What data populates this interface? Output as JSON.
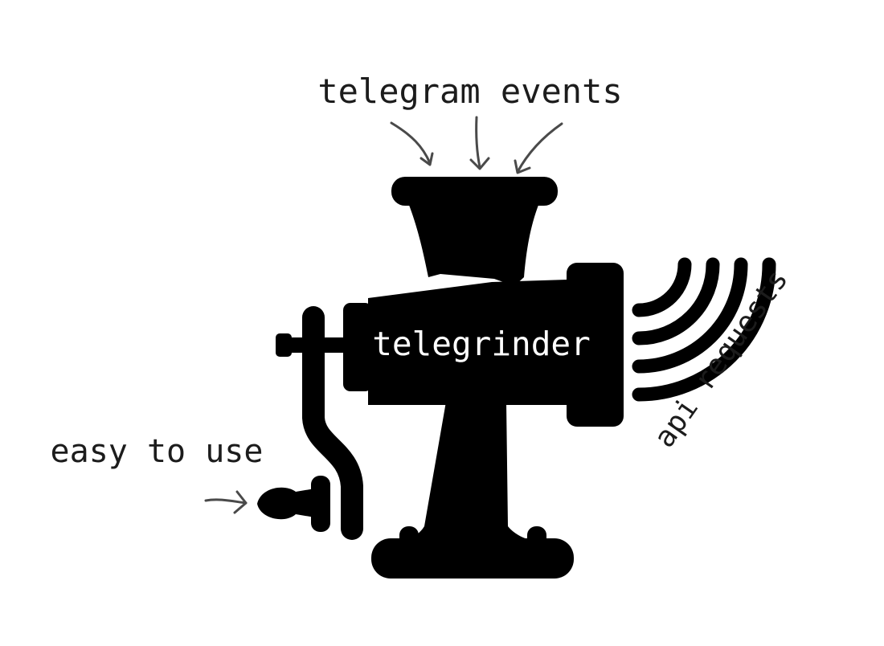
{
  "labels": {
    "top": "telegram events",
    "center": "telegrinder",
    "left": "easy to use",
    "right": "api requests"
  },
  "colors": {
    "ink": "#000000",
    "background": "#ffffff",
    "arrow": "#4a4a4a",
    "label_text": "#1c1c1c",
    "center_text": "#ffffff"
  },
  "icons": {
    "machine": "meat-grinder-icon",
    "waves": "signal-waves-icon"
  }
}
